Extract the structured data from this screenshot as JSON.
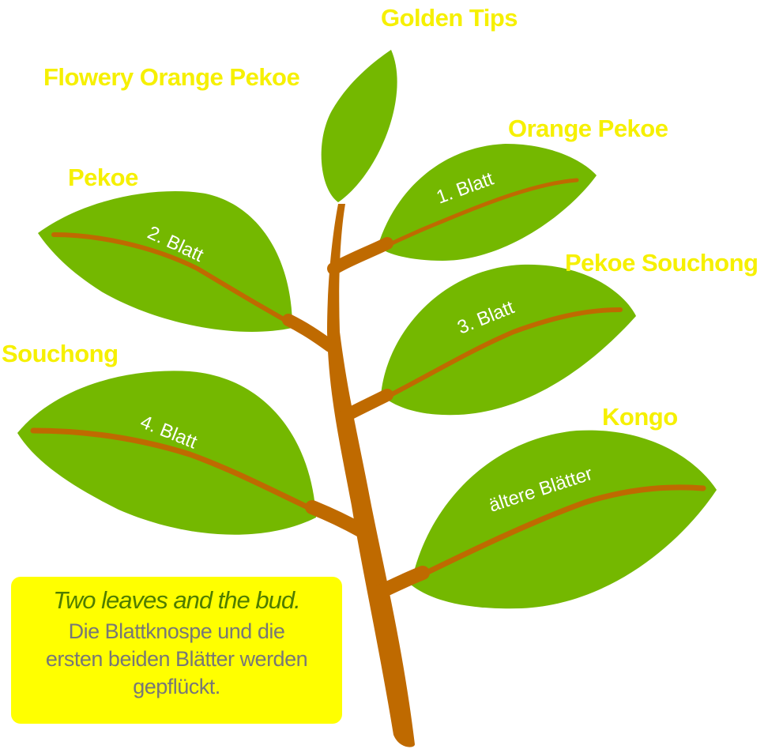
{
  "colors": {
    "leaf": "#74b800",
    "stem": "#bf6a00",
    "label": "#f6f000",
    "note_bg": "#ffff00"
  },
  "grades": {
    "golden_tips": "Golden Tips",
    "flowery_orange_pekoe": "Flowery Orange Pekoe",
    "orange_pekoe": "Orange Pekoe",
    "pekoe": "Pekoe",
    "pekoe_souchong": "Pekoe Souchong",
    "souchong": "Souchong",
    "kongo": "Kongo"
  },
  "leaves": {
    "leaf1": "1. Blatt",
    "leaf2": "2. Blatt",
    "leaf3": "3. Blatt",
    "leaf4": "4. Blatt",
    "older": "ältere Blätter"
  },
  "note": {
    "title": "Two leaves and the bud.",
    "body": "Die Blattknospe und die ersten beiden Blätter werden gepflückt."
  }
}
